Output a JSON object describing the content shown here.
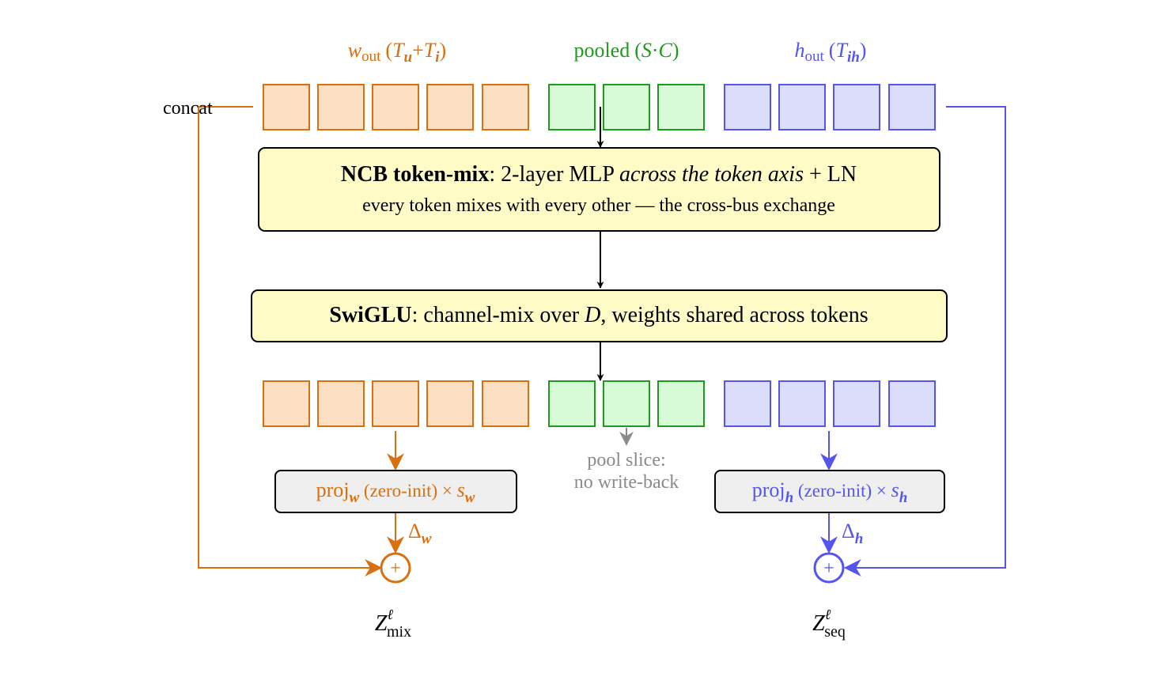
{
  "colors": {
    "orange": "#d9700f",
    "orange_fill": "#fde0c4",
    "green": "#1f9a1f",
    "green_fill": "#d6fbd6",
    "blue": "#5555ee",
    "blue_fill": "#dcdcfb",
    "yellow_fill": "#fffbc6",
    "gray_fill": "#efefef",
    "gray_text": "#8a8a8a"
  },
  "groups": {
    "w": {
      "var": "w",
      "sub": "out",
      "paren_open": "(",
      "t1": "T",
      "t1_sub": "u",
      "plus": "+",
      "t2": "T",
      "t2_sub": "i",
      "paren_close": ")",
      "token_count": 5
    },
    "pooled": {
      "word": "pooled",
      "paren_open": "(",
      "s": "S",
      "dot": "·",
      "c": "C",
      "paren_close": ")",
      "token_count": 3
    },
    "h": {
      "var": "h",
      "sub": "out",
      "paren_open": "(",
      "t": "T",
      "t_sub": "ih",
      "paren_close": ")",
      "token_count": 4
    }
  },
  "concat_label": "concat",
  "ncb": {
    "title_bold": "NCB token-mix",
    "title_rest": ": 2-layer MLP ",
    "title_italic": "across the token axis",
    "title_end": " + LN",
    "subtitle": "every token mixes with every other — the cross-bus exchange"
  },
  "swiglu": {
    "bold": "SwiGLU",
    "rest": ": channel-mix over ",
    "var": "D",
    "end": ", weights shared across tokens"
  },
  "pool_note": {
    "line1": "pool slice:",
    "line2": "no write-back"
  },
  "proj_w": {
    "word": "proj",
    "sub": "w",
    "middle": " (zero-init) × ",
    "scale": "s",
    "scale_sub": "w"
  },
  "proj_h": {
    "word": "proj",
    "sub": "h",
    "middle": " (zero-init) × ",
    "scale": "s",
    "scale_sub": "h"
  },
  "delta_w": {
    "sym": "Δ",
    "sub": "w"
  },
  "delta_h": {
    "sym": "Δ",
    "sub": "h"
  },
  "plus_symbol": "+",
  "out_mix": {
    "var": "Z",
    "sup": "ℓ",
    "sub": "mix"
  },
  "out_seq": {
    "var": "Z",
    "sup": "ℓ",
    "sub": "seq"
  }
}
